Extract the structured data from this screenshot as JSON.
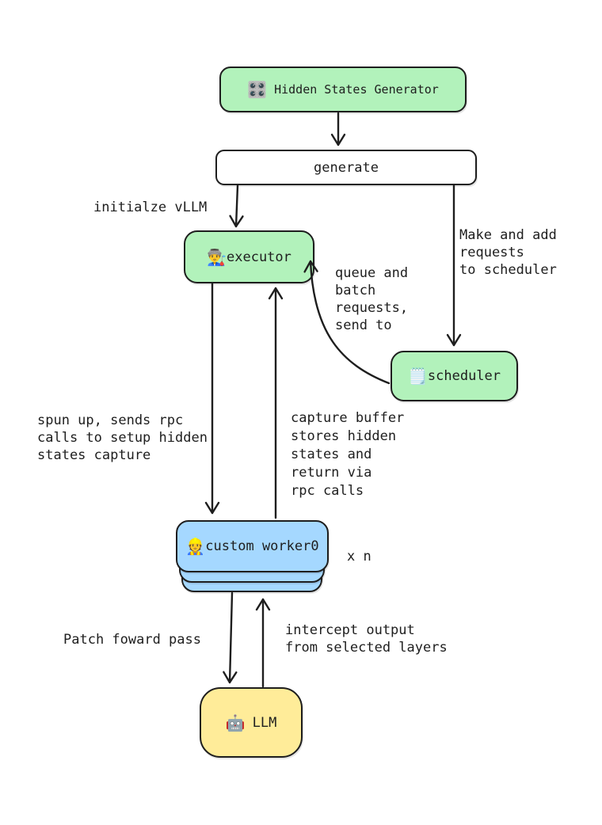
{
  "nodes": {
    "generator": {
      "icon": "🎛️",
      "label": "Hidden States Generator"
    },
    "generate": {
      "label": "generate"
    },
    "executor": {
      "icon": "👨‍🏭",
      "label": "executor"
    },
    "scheduler": {
      "icon": "🗒️",
      "label": "scheduler"
    },
    "worker": {
      "icon": "👷",
      "label": "custom worker0"
    },
    "llm": {
      "icon": "🤖",
      "label": "LLM"
    }
  },
  "labels": {
    "initialize": "initialze vLLM",
    "make_add": "Make and add\nrequests\nto scheduler",
    "queue_batch": "queue and\nbatch\nrequests,\nsend to",
    "spun_up": "spun up, sends rpc\ncalls to setup hidden\nstates capture",
    "capture_buffer": "capture buffer\nstores hidden\nstates and\nreturn via\nrpc calls",
    "x_n": "x n",
    "patch_forward": "Patch foward pass",
    "intercept": "intercept output\nfrom selected layers"
  },
  "colors": {
    "green": "#b2f2bb",
    "blue": "#a5d8ff",
    "yellow": "#ffec99",
    "stroke": "#1e1e1e",
    "white": "#ffffff"
  }
}
